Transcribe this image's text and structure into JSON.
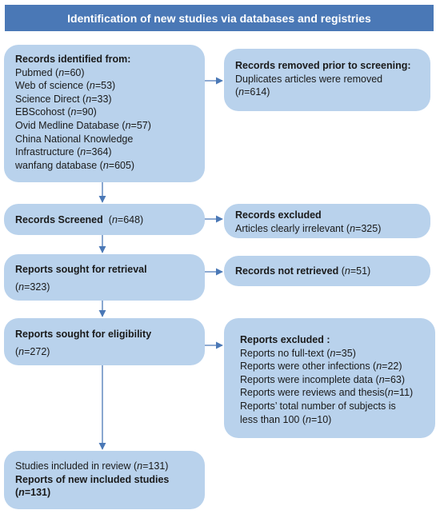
{
  "header": "Identification of new studies via databases and registries",
  "boxes": {
    "identified": {
      "title": "Records identified from:",
      "lines": [
        {
          "pre": "Pubmed (",
          "n": "n",
          "post": "=60)"
        },
        {
          "pre": "Web of science (",
          "n": "n",
          "post": "=53)"
        },
        {
          "pre": "Science Direct (",
          "n": "n",
          "post": "=33)"
        },
        {
          "pre": "EBScohost (",
          "n": "n",
          "post": "=90)"
        },
        {
          "pre": "Ovid Medline Database (",
          "n": "n",
          "post": "=57)"
        },
        {
          "pre": "China National Knowledge",
          "n": "",
          "post": ""
        },
        {
          "pre": "Infrastructure (",
          "n": "n",
          "post": "=364)"
        },
        {
          "pre": "wanfang database (",
          "n": "n",
          "post": "=605)"
        }
      ]
    },
    "removed": {
      "title": "Records removed prior to screening:",
      "line1": "Duplicates articles were removed",
      "line2": {
        "pre": "(",
        "n": "n",
        "post": "=614)"
      }
    },
    "screened": {
      "title": "Records Screened",
      "count": {
        "pre": "(",
        "n": "n",
        "post": "=648)"
      }
    },
    "excluded": {
      "title": "Records excluded",
      "line": {
        "pre": "Articles clearly irrelevant (",
        "n": "n",
        "post": "=325)"
      }
    },
    "retrieval": {
      "title": "Reports sought for retrieval",
      "count": {
        "pre": "(",
        "n": "n",
        "post": "=323)"
      }
    },
    "not_retrieved": {
      "title": "Records not retrieved",
      "count": {
        "pre": " (",
        "n": "n",
        "post": "=51)"
      }
    },
    "eligibility": {
      "title": "Reports sought for eligibility",
      "count": {
        "pre": "(",
        "n": "n",
        "post": "=272)"
      }
    },
    "reports_excluded": {
      "title": "Reports excluded :",
      "lines": [
        {
          "pre": "Reports no full-text (",
          "n": "n",
          "post": "=35)"
        },
        {
          "pre": "Reports were other infections (",
          "n": "n",
          "post": "=22)"
        },
        {
          "pre": "Reports were incomplete data (",
          "n": "n",
          "post": "=63)"
        },
        {
          "pre": "Reports were reviews and thesis(",
          "n": "n",
          "post": "=11)"
        },
        {
          "pre": "Reports’ total number of subjects is",
          "n": "",
          "post": ""
        },
        {
          "pre": "less than 100 (",
          "n": "n",
          "post": "=10)"
        }
      ]
    },
    "included": {
      "line1": {
        "pre": "Studies included in review (",
        "n": "n",
        "post": "=131)"
      },
      "line2": "Reports of new included studies",
      "line3": {
        "pre": "(",
        "n": "n",
        "post": "=131)"
      }
    }
  },
  "colors": {
    "header": "#4a78b6",
    "box": "#b9d2ec",
    "arrow": "#4a78b6"
  }
}
